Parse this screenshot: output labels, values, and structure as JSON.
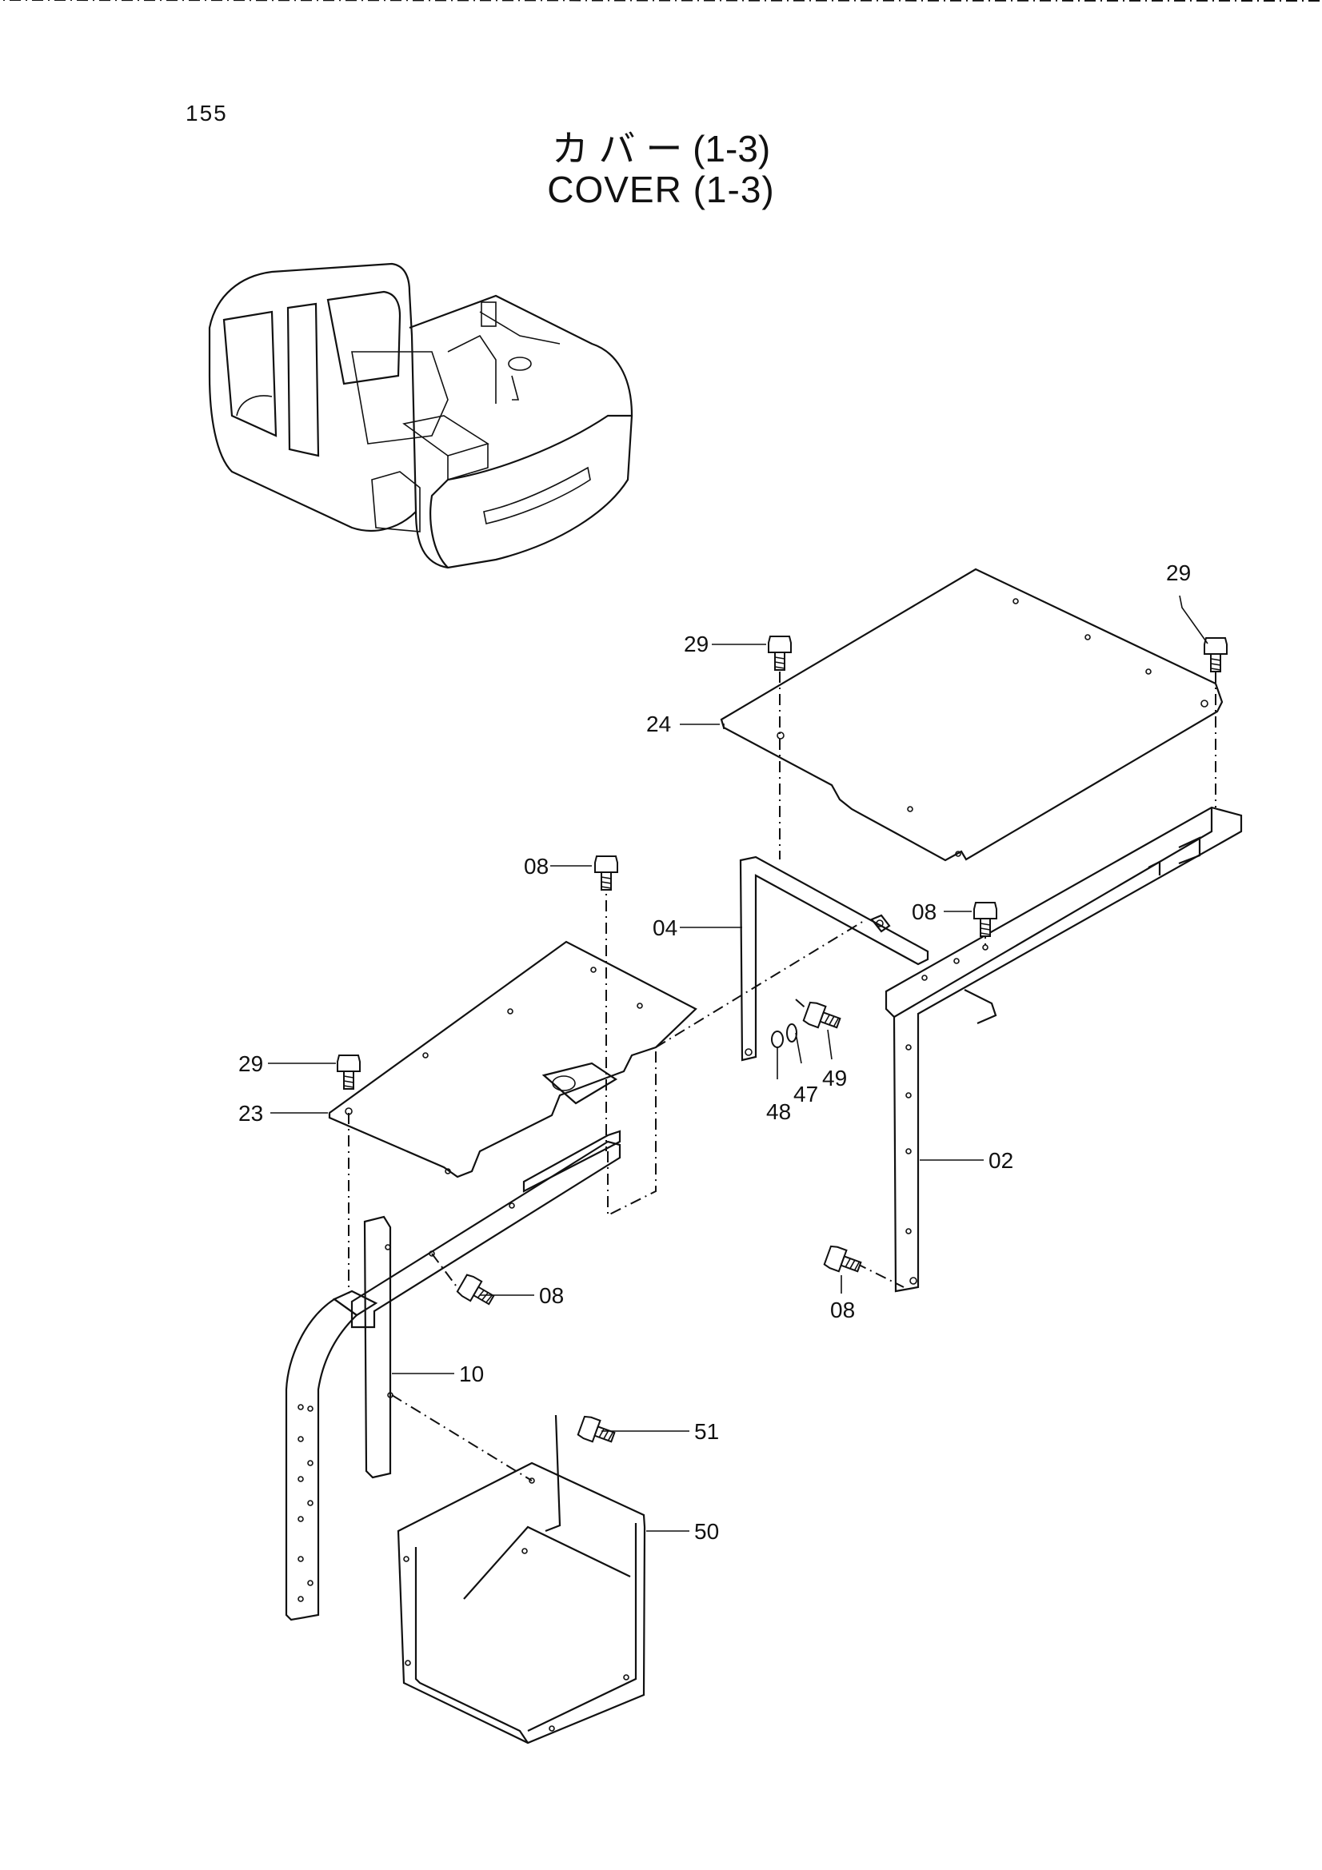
{
  "page": {
    "number": "155"
  },
  "title": {
    "jp": "カ バ ー  (1-3)",
    "en": "COVER (1-3)"
  },
  "callouts": {
    "c29a": "29",
    "c29b": "29",
    "c29c": "29",
    "c24": "24",
    "c08a": "08",
    "c04": "04",
    "c08b": "08",
    "c49": "49",
    "c47": "47",
    "c48": "48",
    "c23": "23",
    "c02": "02",
    "c08c": "08",
    "c08d": "08",
    "c10": "10",
    "c51": "51",
    "c50": "50"
  },
  "icons": {
    "machine": "excavator-overview-icon",
    "bolt": "bolt-icon",
    "washer": "washer-icon"
  }
}
